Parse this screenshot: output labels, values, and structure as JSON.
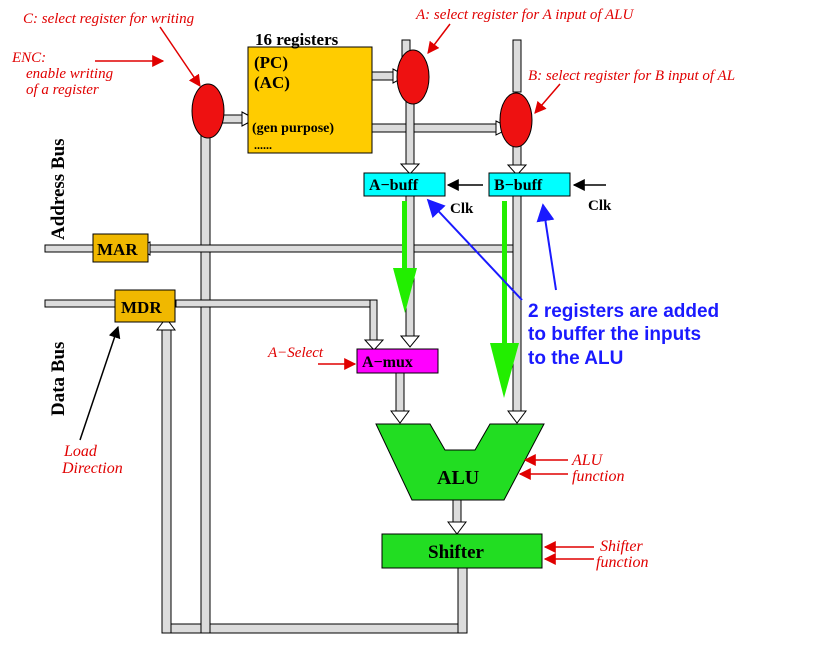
{
  "labels": {
    "c_select": "C: select register for writing",
    "a_select_reg": "A: select register for A input of ALU",
    "b_select_reg": "B: select register for B input of AL",
    "enc_line1": "ENC:",
    "enc_line2": "enable writing",
    "enc_line3": "of a register",
    "registers_title": "16 registers",
    "reg_pc": "(PC)",
    "reg_ac": "(AC)",
    "reg_gen": "(gen purpose)",
    "reg_dots": "......",
    "a_buff": "A−buff",
    "b_buff": "B−buff",
    "clk_a": "Clk",
    "clk_b": "Clk",
    "mar": "MAR",
    "mdr": "MDR",
    "address_bus": "Address Bus",
    "data_bus": "Data Bus",
    "a_select": "A−Select",
    "a_mux": "A−mux",
    "alu": "ALU",
    "alu_function_1": "ALU",
    "alu_function_2": "function",
    "shifter": "Shifter",
    "shifter_function_1": "Shifter",
    "shifter_function_2": "function",
    "load_1": "Load",
    "load_2": "Direction",
    "note_1": "2 registers are added",
    "note_2": "to buffer the inputs",
    "note_3": "to the ALU"
  },
  "colors": {
    "registers": "#ffcc00",
    "mar_mdr": "#f0b800",
    "buff": "#00ffff",
    "amux": "#ff00ff",
    "alu": "#22dd22",
    "shifter": "#22dd22",
    "selector": "#ee1111",
    "green_arrow": "#22ee00",
    "annotation_red": "#e00000",
    "annotation_blue": "#1a1aff"
  }
}
